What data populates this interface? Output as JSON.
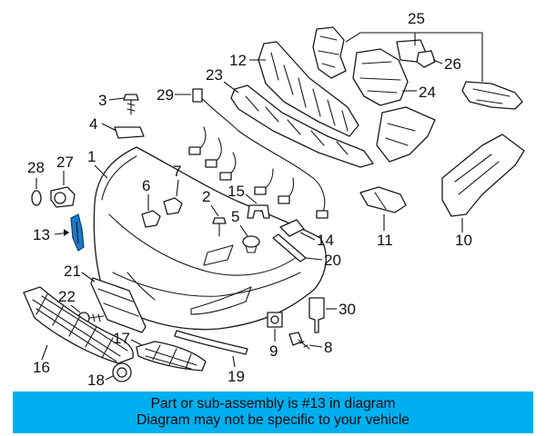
{
  "callouts": {
    "c1": "1",
    "c2": "2",
    "c3": "3",
    "c4": "4",
    "c5": "5",
    "c6": "6",
    "c7": "7",
    "c8": "8",
    "c9": "9",
    "c10": "10",
    "c11": "11",
    "c12": "12",
    "c13": "13",
    "c14": "14",
    "c15": "15",
    "c16": "16",
    "c17": "17",
    "c18": "18",
    "c19": "19",
    "c20": "20",
    "c21": "21",
    "c22": "22",
    "c23": "23",
    "c24": "24",
    "c25": "25",
    "c26": "26",
    "c27": "27",
    "c28": "28",
    "c29": "29",
    "c30": "30"
  },
  "highlighted_part": "13",
  "highlight_color": "#1c78c8",
  "banner": {
    "line1": "Part or sub-assembly is #13 in diagram",
    "line2": "Diagram may not be specific to your vehicle",
    "background": "#00afef"
  }
}
